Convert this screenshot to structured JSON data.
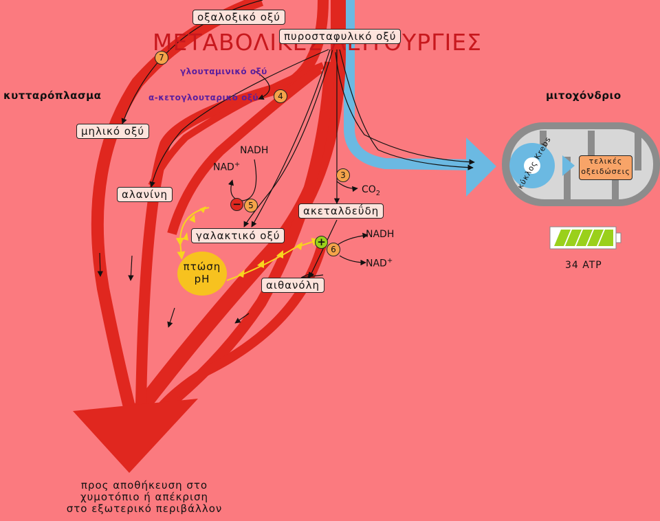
{
  "title": "ΜΕΤΑΒΟΛΙΚΕΣ ΛΕΙΤΟΥΡΓΙΕΣ",
  "regions": {
    "cytoplasm": "κυτταρόπλασμα",
    "mitochondrion": "μιτοχόνδριο"
  },
  "metabolites": {
    "oxaloacetic": "οξαλοξικό οξύ",
    "pyruvic": "πυροσταφυλικό οξύ",
    "glutamic": "γλουταμινικό οξύ",
    "ketoglutaric": "α-κετογλουταρικό οξύ",
    "malic": "μηλικό οξύ",
    "alanine": "αλανίνη",
    "lactic": "γαλακτικό οξύ",
    "acetaldehyde": "ακεταλδεΰδη",
    "ethanol": "αιθανόλη"
  },
  "cofactors": {
    "nadh_5": "NADH",
    "nad_5": "NAD",
    "co2": "CO",
    "co2_sub": "2",
    "nadh_6": "NADH",
    "nad_6": "NAD",
    "plus": "+"
  },
  "steps": [
    "7",
    "4",
    "3",
    "5",
    "6"
  ],
  "signs": {
    "minus": "−",
    "plus": "+"
  },
  "ph_label_1": "πτώση",
  "ph_label_2": "pH",
  "krebs": "κύκλος Krebs",
  "final_oxidations_1": "τελικές",
  "final_oxidations_2": "οξειδώσεις",
  "atp": "34 ATP",
  "battery": {
    "charge_fraction": 1.0,
    "cells": 5
  },
  "footer": [
    "προς αποθήκευση στο",
    "χυμοτόπιο ή απέκριση",
    "στο εξωτερικό περιβάλλον"
  ],
  "colors": {
    "background": "#fb7a7f",
    "flow_red": "#e0271f",
    "flow_blue": "#6bb9e2",
    "ph_yellow": "#f7c21f",
    "battery_green": "#9ad01b",
    "mitochondrion_grey": "#8c8c8c"
  }
}
